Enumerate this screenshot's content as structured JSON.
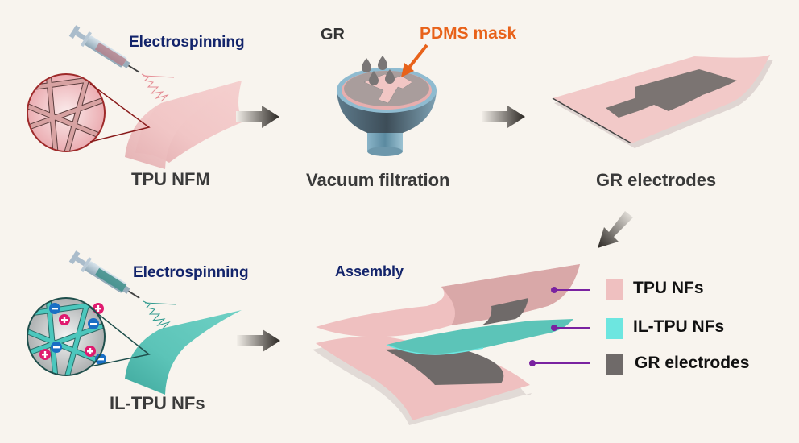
{
  "colors": {
    "background": "#f8f4ee",
    "tpu_pink": "#f2c9c8",
    "il_tpu_teal": "#5fc9bd",
    "gr_gray": "#6f6a69",
    "navy_text": "#13246b",
    "orange_text": "#e8621a",
    "legend_line": "#7a22a0",
    "cation": "#e01a6f",
    "anion": "#1a6fc4"
  },
  "top_row": {
    "step1": {
      "process": "Electrospinning",
      "product": "TPU NFM"
    },
    "step2": {
      "material": "GR",
      "mask_label": "PDMS mask",
      "product": "Vacuum filtration"
    },
    "step3": {
      "product": "GR electrodes"
    }
  },
  "bottom_row": {
    "step1": {
      "process": "Electrospinning",
      "product": "IL-TPU NFs"
    },
    "step2": {
      "process": "Assembly"
    }
  },
  "legend": {
    "items": [
      {
        "label": "TPU NFs",
        "color": "#efc0c0"
      },
      {
        "label": "IL-TPU NFs",
        "color": "#6de6e0"
      },
      {
        "label": "GR electrodes",
        "color": "#6f6a69"
      }
    ]
  },
  "icons": {
    "syringe": "syringe-icon",
    "arrow": "process-arrow-icon",
    "droplet": "droplet-icon",
    "cation": "plus-ion-icon",
    "anion": "minus-ion-icon"
  }
}
